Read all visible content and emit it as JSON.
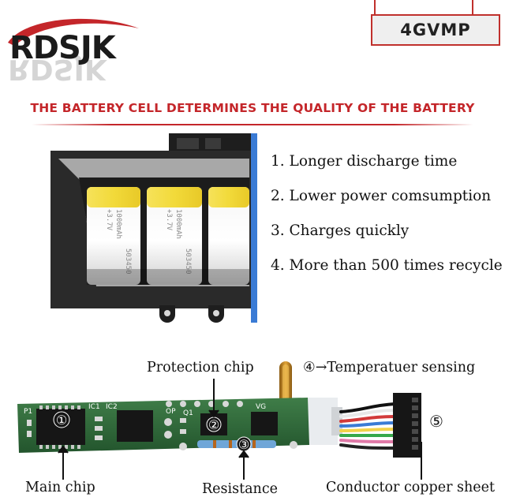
{
  "brand": {
    "logo_text": "RDSJK",
    "logo_colors": {
      "red": "#c4262a",
      "dark": "#1b1b1b"
    }
  },
  "model": {
    "label": "4GVMP"
  },
  "headline": "THE BATTERY CELL DETERMINES THE QUALITY OF THE BATTERY",
  "features": [
    "1. Longer discharge time",
    "2. Lower power comsumption",
    "3. Charges quickly",
    "4. More than 500 times recycle"
  ],
  "cells": [
    {
      "line1": "+3.7V",
      "line2": "1000mAh",
      "code": "503450"
    },
    {
      "line1": "+3.7V",
      "line2": "1000mAh",
      "code": "503450"
    }
  ],
  "pcb": {
    "silk": {
      "ic1": "IC1",
      "ic2": "IC2",
      "op": "OP",
      "q1": "Q1",
      "vg": "VG",
      "p1": "P1"
    },
    "markers": {
      "one": "①",
      "two": "②",
      "three": "③"
    },
    "labels": {
      "protection_chip": "Protection chip",
      "temperature": "④→Temperatuer sensing",
      "main_chip": "Main chip",
      "resistance": "Resistance",
      "conductor": "Conductor copper sheet",
      "five": "⑤"
    }
  },
  "colors": {
    "accent_red": "#c4262a",
    "cell_yellow": "#f2da3a",
    "pcb_green": "#2f6b3a",
    "frame_dark": "#2a2a2a",
    "panel_gray": "#a8a8a8",
    "edge_blue": "#3a7bd5"
  }
}
